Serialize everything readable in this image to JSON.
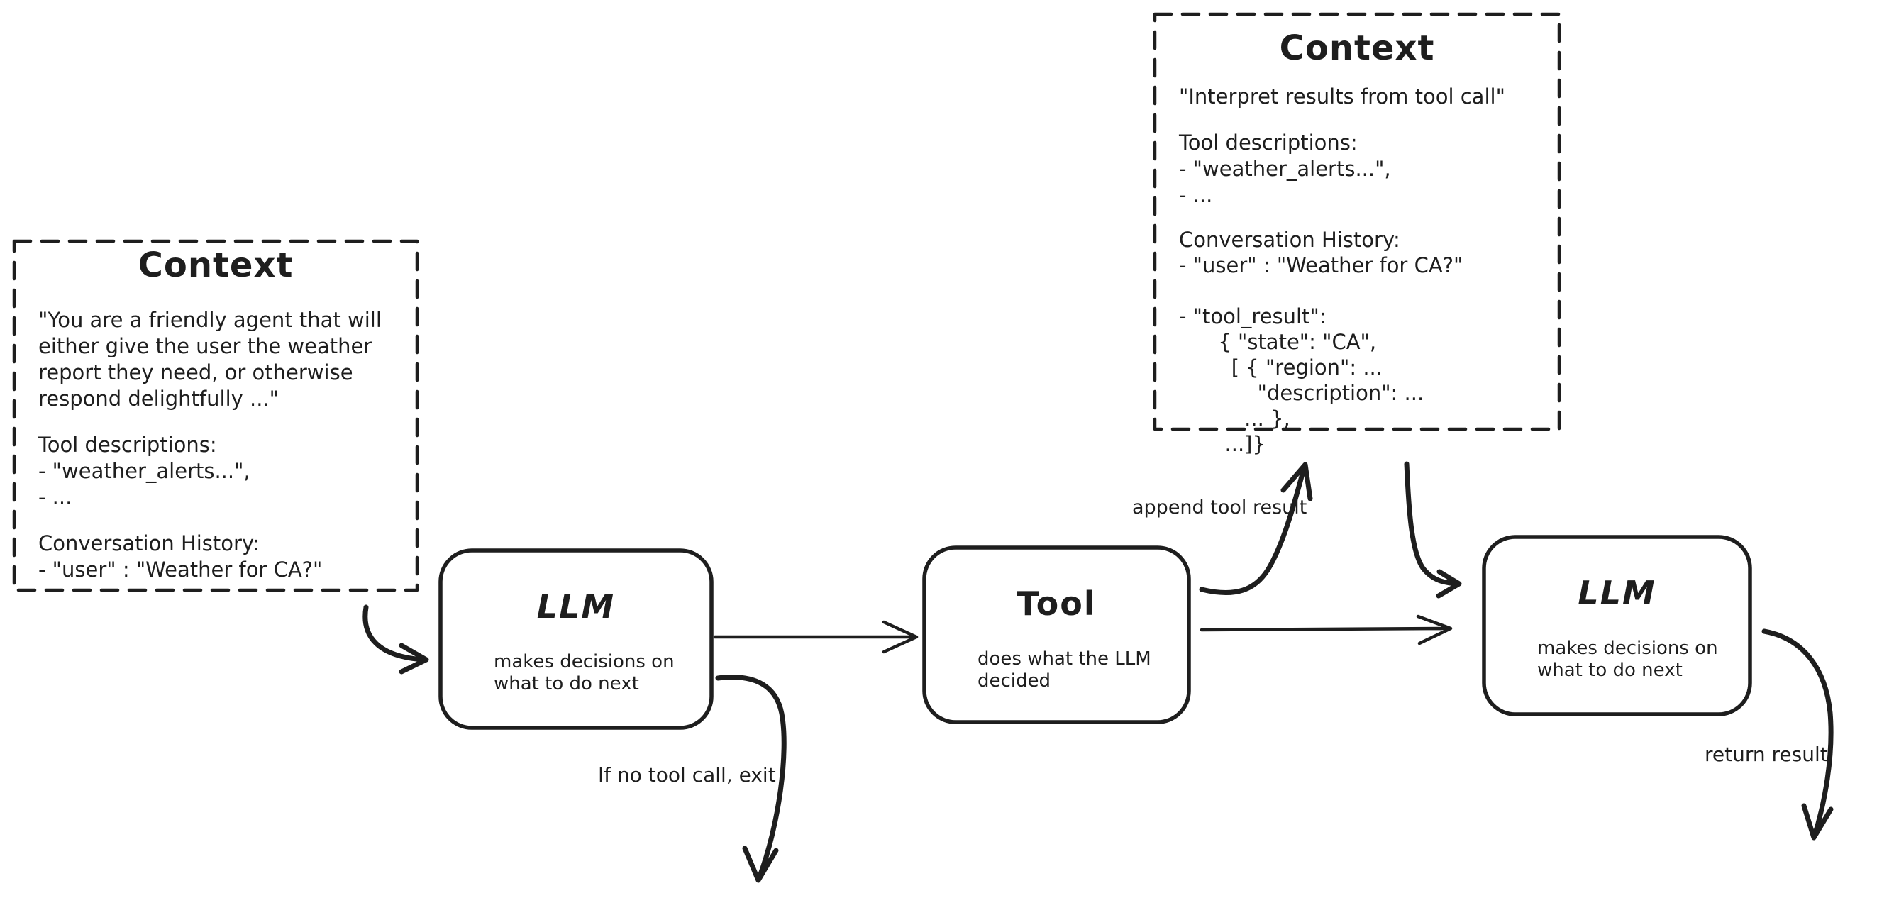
{
  "colors": {
    "stroke": "#1e1e1e",
    "background": "#ffffff"
  },
  "context_left": {
    "title": "Context",
    "system_prompt": "\"You are a friendly agent that will\neither give the user the weather\nreport they need, or otherwise\nrespond delightfully ...\"",
    "tool_descriptions": "Tool descriptions:\n- \"weather_alerts...\",\n- ...",
    "conversation_history": "Conversation History:\n- \"user\" : \"Weather for CA?\""
  },
  "context_top": {
    "title": "Context",
    "system_prompt": "\"Interpret results from tool call\"",
    "tool_descriptions": "Tool descriptions:\n- \"weather_alerts...\",\n- ...",
    "conversation_history": "Conversation History:\n- \"user\" : \"Weather for CA?\"\n\n- \"tool_result\":\n      { \"state\": \"CA\",\n        [ { \"region\": ...\n            \"description\": ...\n          ... },\n       ...]}"
  },
  "nodes": {
    "llm_first": {
      "title": "LLM",
      "subtitle": "makes decisions on\nwhat to do next"
    },
    "tool": {
      "title": "Tool",
      "subtitle": "does what the LLM\ndecided"
    },
    "llm_second": {
      "title": "LLM",
      "subtitle": "makes decisions on\nwhat to do next"
    }
  },
  "edge_labels": {
    "append_tool_result": "append tool result",
    "if_no_tool_call": "If no tool call, exit",
    "return_result": "return result"
  }
}
